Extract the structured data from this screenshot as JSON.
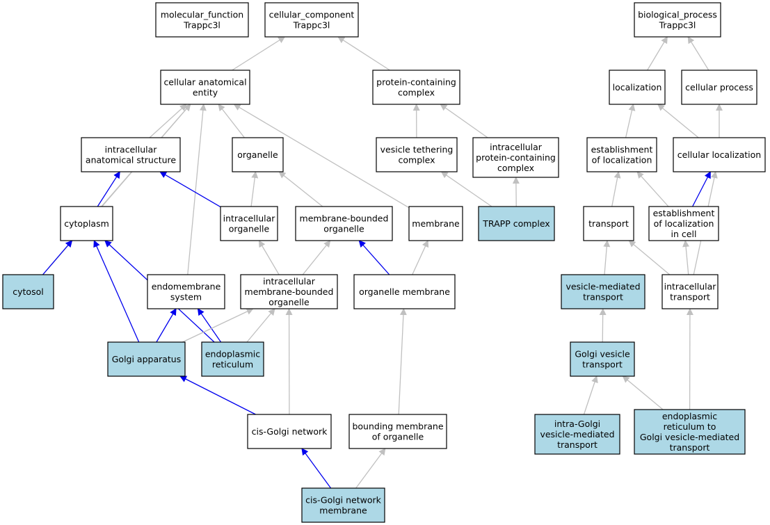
{
  "colors": {
    "plain_fill": "#ffffff",
    "highlight_fill": "#add8e6",
    "gray_edge": "#c0c0c0",
    "blue_edge": "#0000ee"
  },
  "nodes": [
    {
      "id": "mf",
      "lines": [
        "molecular_function",
        "Trappc3l"
      ],
      "highlight": false
    },
    {
      "id": "cc",
      "lines": [
        "cellular_component",
        "Trappc3l"
      ],
      "highlight": false
    },
    {
      "id": "bp",
      "lines": [
        "biological_process",
        "Trappc3l"
      ],
      "highlight": false
    },
    {
      "id": "cae",
      "lines": [
        "cellular anatomical",
        "entity"
      ],
      "highlight": false
    },
    {
      "id": "pcc",
      "lines": [
        "protein-containing",
        "complex"
      ],
      "highlight": false
    },
    {
      "id": "loc",
      "lines": [
        "localization"
      ],
      "highlight": false
    },
    {
      "id": "cp",
      "lines": [
        "cellular process"
      ],
      "highlight": false
    },
    {
      "id": "ias",
      "lines": [
        "intracellular",
        "anatomical structure"
      ],
      "highlight": false
    },
    {
      "id": "org",
      "lines": [
        "organelle"
      ],
      "highlight": false
    },
    {
      "id": "vtc",
      "lines": [
        "vesicle tethering",
        "complex"
      ],
      "highlight": false
    },
    {
      "id": "ipcc",
      "lines": [
        "intracellular",
        "protein-containing",
        "complex"
      ],
      "highlight": false
    },
    {
      "id": "eol",
      "lines": [
        "establishment",
        "of localization"
      ],
      "highlight": false
    },
    {
      "id": "cl",
      "lines": [
        "cellular localization"
      ],
      "highlight": false
    },
    {
      "id": "cyto",
      "lines": [
        "cytoplasm"
      ],
      "highlight": false
    },
    {
      "id": "io",
      "lines": [
        "intracellular",
        "organelle"
      ],
      "highlight": false
    },
    {
      "id": "mbo",
      "lines": [
        "membrane-bounded",
        "organelle"
      ],
      "highlight": false
    },
    {
      "id": "mem",
      "lines": [
        "membrane"
      ],
      "highlight": false
    },
    {
      "id": "trapp",
      "lines": [
        "TRAPP complex"
      ],
      "highlight": true
    },
    {
      "id": "tr",
      "lines": [
        "transport"
      ],
      "highlight": false
    },
    {
      "id": "eolc",
      "lines": [
        "establishment",
        "of localization",
        "in cell"
      ],
      "highlight": false
    },
    {
      "id": "cytosol",
      "lines": [
        "cytosol"
      ],
      "highlight": true
    },
    {
      "id": "ems",
      "lines": [
        "endomembrane",
        "system"
      ],
      "highlight": false
    },
    {
      "id": "imbo",
      "lines": [
        "intracellular",
        "membrane-bounded",
        "organelle"
      ],
      "highlight": false
    },
    {
      "id": "om",
      "lines": [
        "organelle membrane"
      ],
      "highlight": false
    },
    {
      "id": "vmt",
      "lines": [
        "vesicle-mediated",
        "transport"
      ],
      "highlight": true
    },
    {
      "id": "it",
      "lines": [
        "intracellular",
        "transport"
      ],
      "highlight": false
    },
    {
      "id": "ga",
      "lines": [
        "Golgi apparatus"
      ],
      "highlight": true
    },
    {
      "id": "er",
      "lines": [
        "endoplasmic",
        "reticulum"
      ],
      "highlight": true
    },
    {
      "id": "gvt",
      "lines": [
        "Golgi vesicle",
        "transport"
      ],
      "highlight": true
    },
    {
      "id": "cgn",
      "lines": [
        "cis-Golgi network"
      ],
      "highlight": false
    },
    {
      "id": "bmo",
      "lines": [
        "bounding membrane",
        "of organelle"
      ],
      "highlight": false
    },
    {
      "id": "igvt",
      "lines": [
        "intra-Golgi",
        "vesicle-mediated",
        "transport"
      ],
      "highlight": true
    },
    {
      "id": "ergvt",
      "lines": [
        "endoplasmic",
        "reticulum to",
        "Golgi vesicle-mediated",
        "transport"
      ],
      "highlight": true
    },
    {
      "id": "cgnm",
      "lines": [
        "cis-Golgi network",
        "membrane"
      ],
      "highlight": true
    }
  ],
  "edges": [
    {
      "from": "cae",
      "to": "cc",
      "color": "gray"
    },
    {
      "from": "pcc",
      "to": "cc",
      "color": "gray"
    },
    {
      "from": "loc",
      "to": "bp",
      "color": "gray"
    },
    {
      "from": "cp",
      "to": "bp",
      "color": "gray"
    },
    {
      "from": "ias",
      "to": "cae",
      "color": "gray"
    },
    {
      "from": "org",
      "to": "cae",
      "color": "gray"
    },
    {
      "from": "mem",
      "to": "cae",
      "color": "gray"
    },
    {
      "from": "cyto",
      "to": "cae",
      "color": "gray"
    },
    {
      "from": "cytosol",
      "to": "cae",
      "color": "gray"
    },
    {
      "from": "ems",
      "to": "cae",
      "color": "gray"
    },
    {
      "from": "vtc",
      "to": "pcc",
      "color": "gray"
    },
    {
      "from": "ipcc",
      "to": "pcc",
      "color": "gray"
    },
    {
      "from": "trapp",
      "to": "vtc",
      "color": "gray"
    },
    {
      "from": "trapp",
      "to": "ipcc",
      "color": "gray"
    },
    {
      "from": "eol",
      "to": "loc",
      "color": "gray"
    },
    {
      "from": "cl",
      "to": "loc",
      "color": "gray"
    },
    {
      "from": "cl",
      "to": "cp",
      "color": "gray"
    },
    {
      "from": "cyto",
      "to": "ias",
      "color": "blue"
    },
    {
      "from": "io",
      "to": "ias",
      "color": "blue"
    },
    {
      "from": "io",
      "to": "org",
      "color": "gray"
    },
    {
      "from": "mbo",
      "to": "org",
      "color": "gray"
    },
    {
      "from": "cytosol",
      "to": "cyto",
      "color": "blue"
    },
    {
      "from": "ga",
      "to": "cyto",
      "color": "blue"
    },
    {
      "from": "er",
      "to": "cyto",
      "color": "blue"
    },
    {
      "from": "imbo",
      "to": "io",
      "color": "gray"
    },
    {
      "from": "imbo",
      "to": "mbo",
      "color": "gray"
    },
    {
      "from": "om",
      "to": "mbo",
      "color": "blue"
    },
    {
      "from": "om",
      "to": "mem",
      "color": "gray"
    },
    {
      "from": "tr",
      "to": "eol",
      "color": "gray"
    },
    {
      "from": "eolc",
      "to": "eol",
      "color": "gray"
    },
    {
      "from": "eolc",
      "to": "cl",
      "color": "blue"
    },
    {
      "from": "it",
      "to": "cl",
      "color": "gray"
    },
    {
      "from": "vmt",
      "to": "tr",
      "color": "gray"
    },
    {
      "from": "it",
      "to": "tr",
      "color": "gray"
    },
    {
      "from": "it",
      "to": "eolc",
      "color": "gray"
    },
    {
      "from": "ga",
      "to": "ems",
      "color": "blue"
    },
    {
      "from": "er",
      "to": "ems",
      "color": "blue"
    },
    {
      "from": "ga",
      "to": "imbo",
      "color": "gray"
    },
    {
      "from": "er",
      "to": "imbo",
      "color": "gray"
    },
    {
      "from": "cgn",
      "to": "imbo",
      "color": "gray"
    },
    {
      "from": "bmo",
      "to": "om",
      "color": "gray"
    },
    {
      "from": "gvt",
      "to": "vmt",
      "color": "gray"
    },
    {
      "from": "ergvt",
      "to": "it",
      "color": "gray"
    },
    {
      "from": "cgn",
      "to": "ga",
      "color": "blue"
    },
    {
      "from": "igvt",
      "to": "gvt",
      "color": "gray"
    },
    {
      "from": "ergvt",
      "to": "gvt",
      "color": "gray"
    },
    {
      "from": "cgnm",
      "to": "cgn",
      "color": "blue"
    },
    {
      "from": "cgnm",
      "to": "bmo",
      "color": "gray"
    }
  ]
}
